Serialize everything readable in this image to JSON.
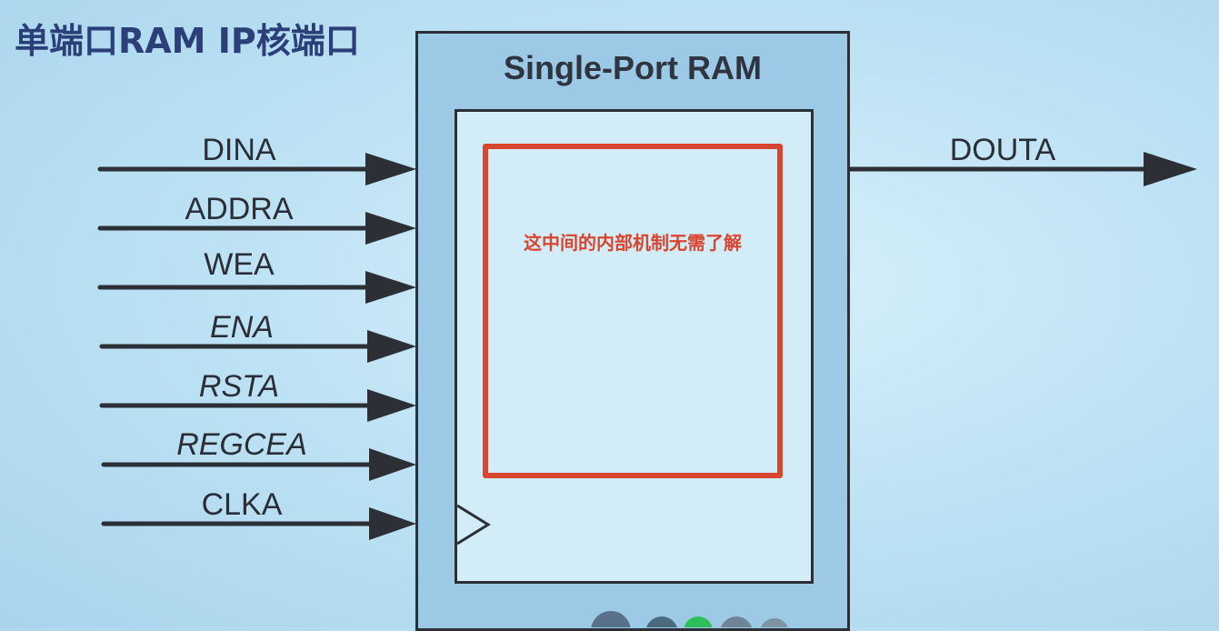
{
  "page": {
    "title": "单端口RAM IP核端口"
  },
  "block": {
    "title": "Single-Port RAM",
    "note": "这中间的内部机制无需了解",
    "note_color": "#d9462f"
  },
  "inputs": [
    {
      "name": "DINA",
      "italic": false
    },
    {
      "name": "ADDRA",
      "italic": false
    },
    {
      "name": "WEA",
      "italic": false
    },
    {
      "name": "ENA",
      "italic": true
    },
    {
      "name": "RSTA",
      "italic": true
    },
    {
      "name": "REGCEA",
      "italic": true
    },
    {
      "name": "CLKA",
      "italic": false
    }
  ],
  "outputs": [
    {
      "name": "DOUTA"
    }
  ],
  "colors": {
    "wire": "#2c2f36",
    "title": "#2b3f78",
    "highlight": "#d9462f"
  }
}
